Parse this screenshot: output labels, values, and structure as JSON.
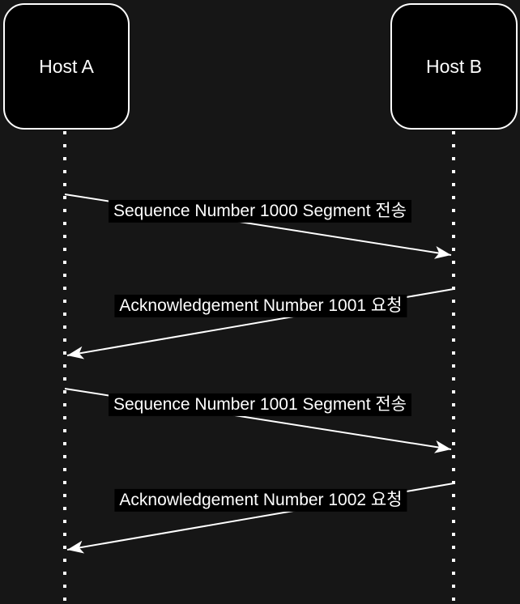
{
  "hosts": [
    {
      "label": "Host A"
    },
    {
      "label": "Host B"
    }
  ],
  "messages": [
    {
      "label": "Sequence Number 1000 Segment 전송",
      "from": "Host A",
      "to": "Host B"
    },
    {
      "label": "Acknowledgement Number 1001 요청",
      "from": "Host B",
      "to": "Host A"
    },
    {
      "label": "Sequence Number 1001 Segment 전송",
      "from": "Host A",
      "to": "Host B"
    },
    {
      "label": "Acknowledgement Number 1002 요청",
      "from": "Host B",
      "to": "Host A"
    }
  ],
  "colors": {
    "background": "#161616",
    "node_fill": "#000000",
    "stroke": "#ffffff",
    "label_background": "#000000",
    "text": "#ffffff"
  }
}
